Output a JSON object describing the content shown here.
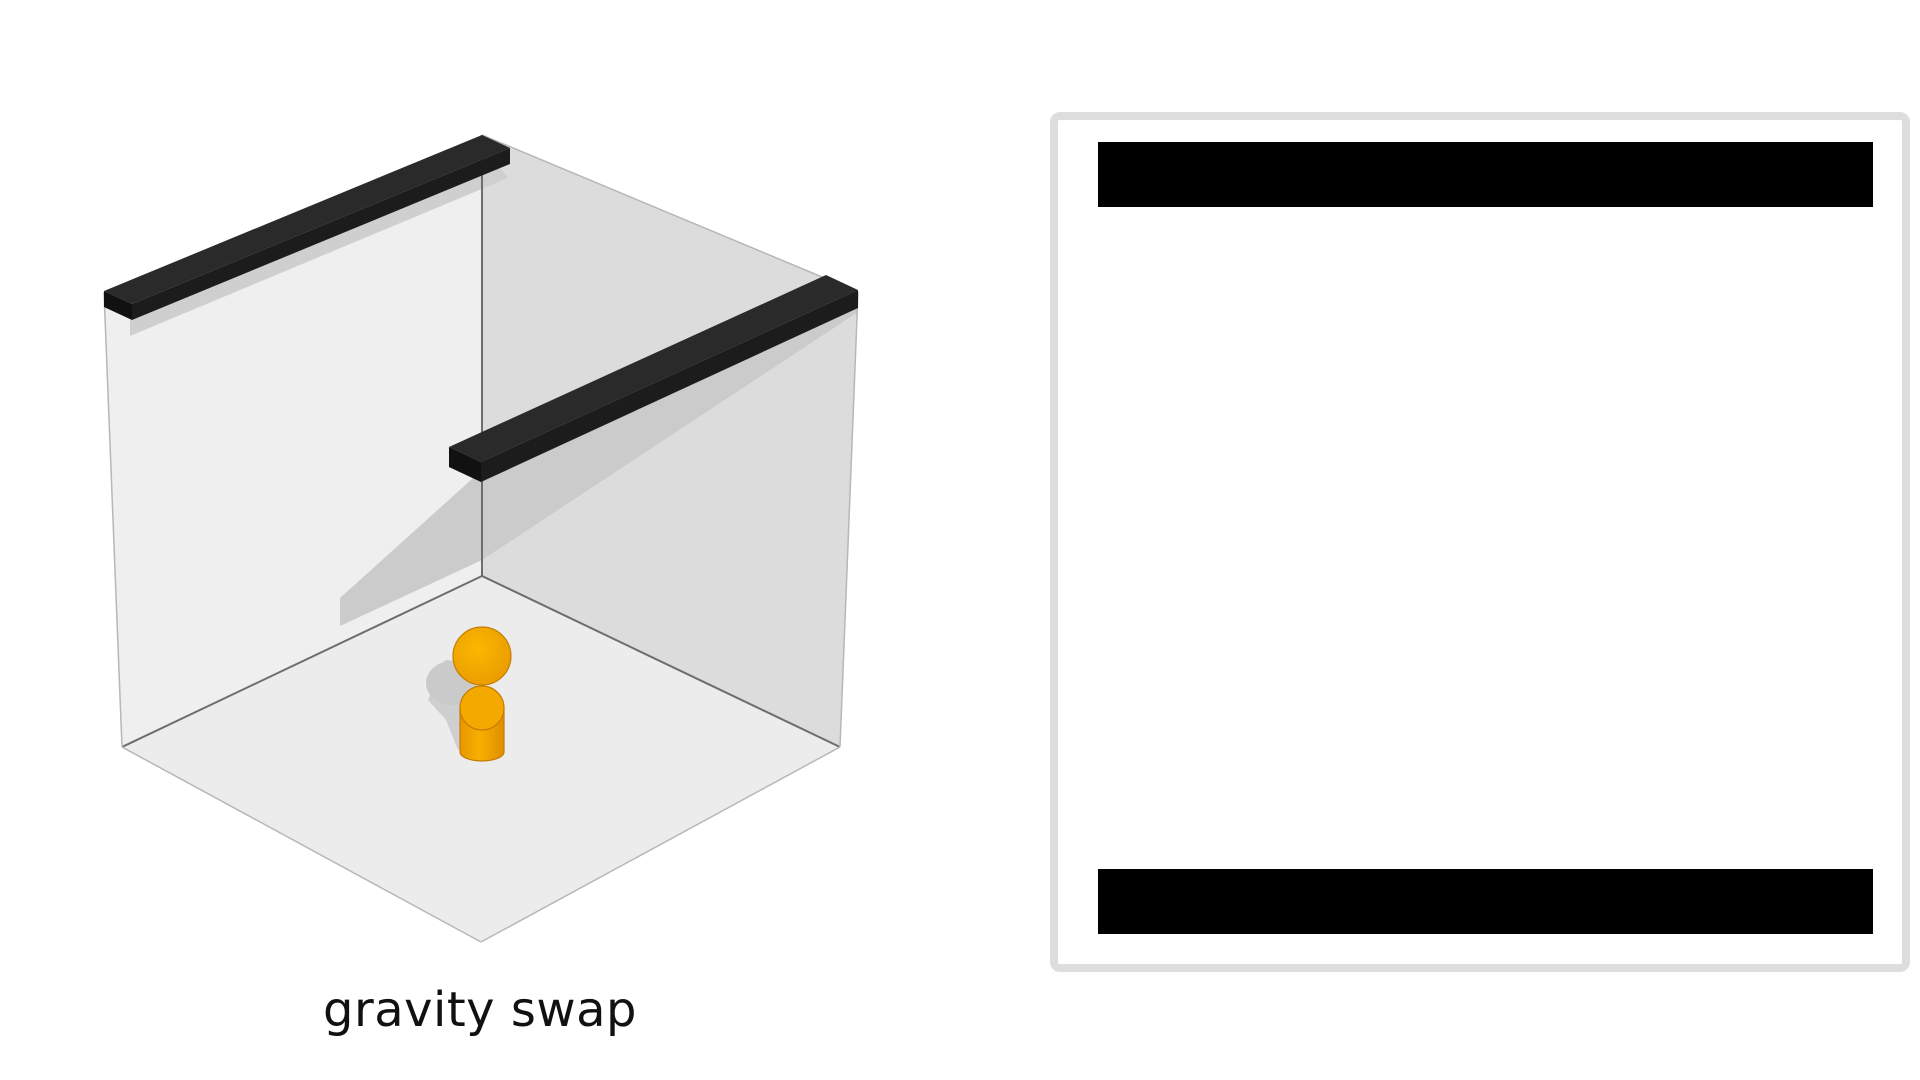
{
  "caption": "gravity swap",
  "scene": {
    "objects": [
      {
        "name": "wall-bar-left",
        "color": "#1a1a1a"
      },
      {
        "name": "wall-bar-right",
        "color": "#1a1a1a"
      },
      {
        "name": "player-figure",
        "color": "#f5a800"
      }
    ],
    "room_colors": {
      "floor": "#ececec",
      "left_wall": "#efefef",
      "right_wall": "#dcdcdc",
      "shadow": "#c4c4c4"
    }
  },
  "side_view": {
    "bar_count": 2,
    "bar_color": "#000000",
    "border_color": "#dddddd"
  }
}
